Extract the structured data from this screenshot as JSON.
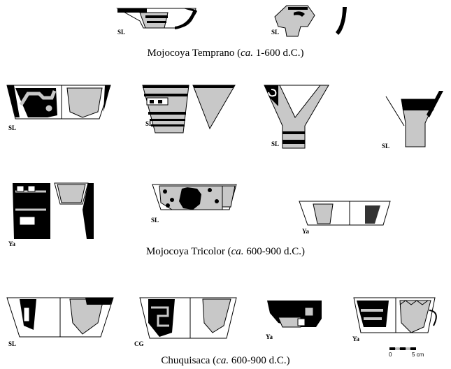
{
  "captions": [
    {
      "name": "Mojocoya Temprano",
      "prefix": "(",
      "ca": "ca.",
      "range": " 1-600 d.C.)"
    },
    {
      "name": "Mojocoya Tricolor",
      "prefix": "(",
      "ca": "ca.",
      "range": " 600-900 d.C.)"
    },
    {
      "name": "Chuquisaca",
      "prefix": "(",
      "ca": "ca.",
      "range": " 600-900 d.C.)"
    }
  ],
  "labels": {
    "r1": [
      "SL",
      "SL"
    ],
    "r2": [
      "SL",
      "SL",
      "SL",
      "SL"
    ],
    "r3": [
      "Ya",
      "SL",
      "Ya"
    ],
    "r4": [
      "SL",
      "CG",
      "Ya",
      "Ya"
    ]
  },
  "scale": {
    "start": "0",
    "end": "5 cm"
  }
}
